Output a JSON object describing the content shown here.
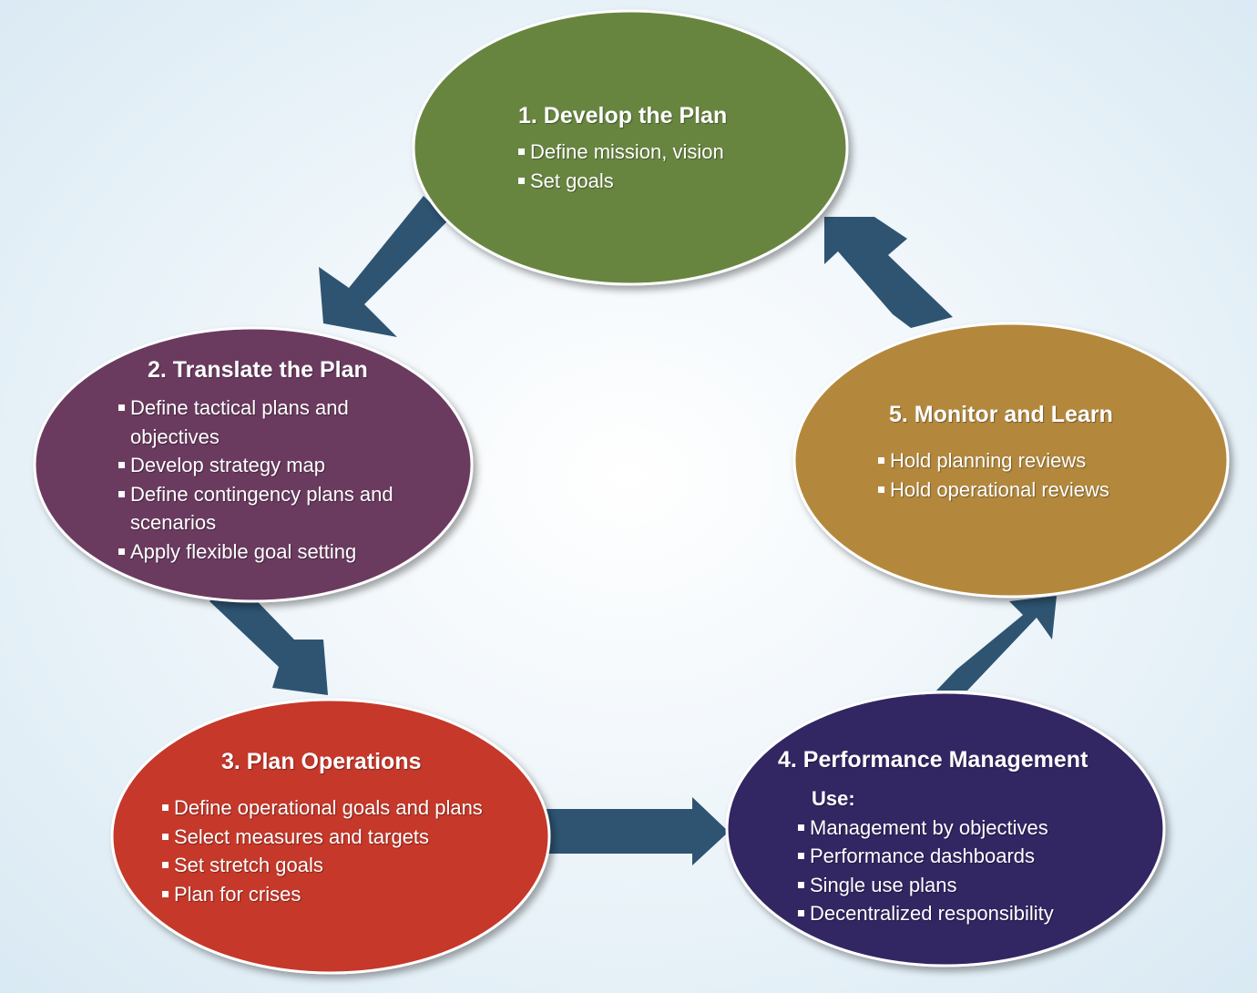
{
  "steps": [
    {
      "title": "1. Develop the Plan",
      "color": "#67853f",
      "items": [
        "Define mission, vision",
        "Set goals"
      ]
    },
    {
      "title": "2. Translate the Plan",
      "color": "#6a3a5e",
      "items": [
        "Define tactical plans and objectives",
        "Develop strategy map",
        "Define contingency plans and scenarios",
        "Apply flexible goal setting"
      ]
    },
    {
      "title": "3. Plan Operations",
      "color": "#c5392b",
      "items": [
        "Define operational goals and plans",
        "Select measures and targets",
        "Set stretch goals",
        "Plan for crises"
      ]
    },
    {
      "title": "4. Performance Management",
      "color": "#312563",
      "intro": "Use:",
      "items": [
        "Management by objectives",
        "Performance dashboards",
        "Single use plans",
        "Decentralized responsibility"
      ]
    },
    {
      "title": "5. Monitor and Learn",
      "color": "#b3883c",
      "items": [
        "Hold planning reviews",
        "Hold operational reviews"
      ]
    }
  ],
  "arrow_color": "#2e5472"
}
